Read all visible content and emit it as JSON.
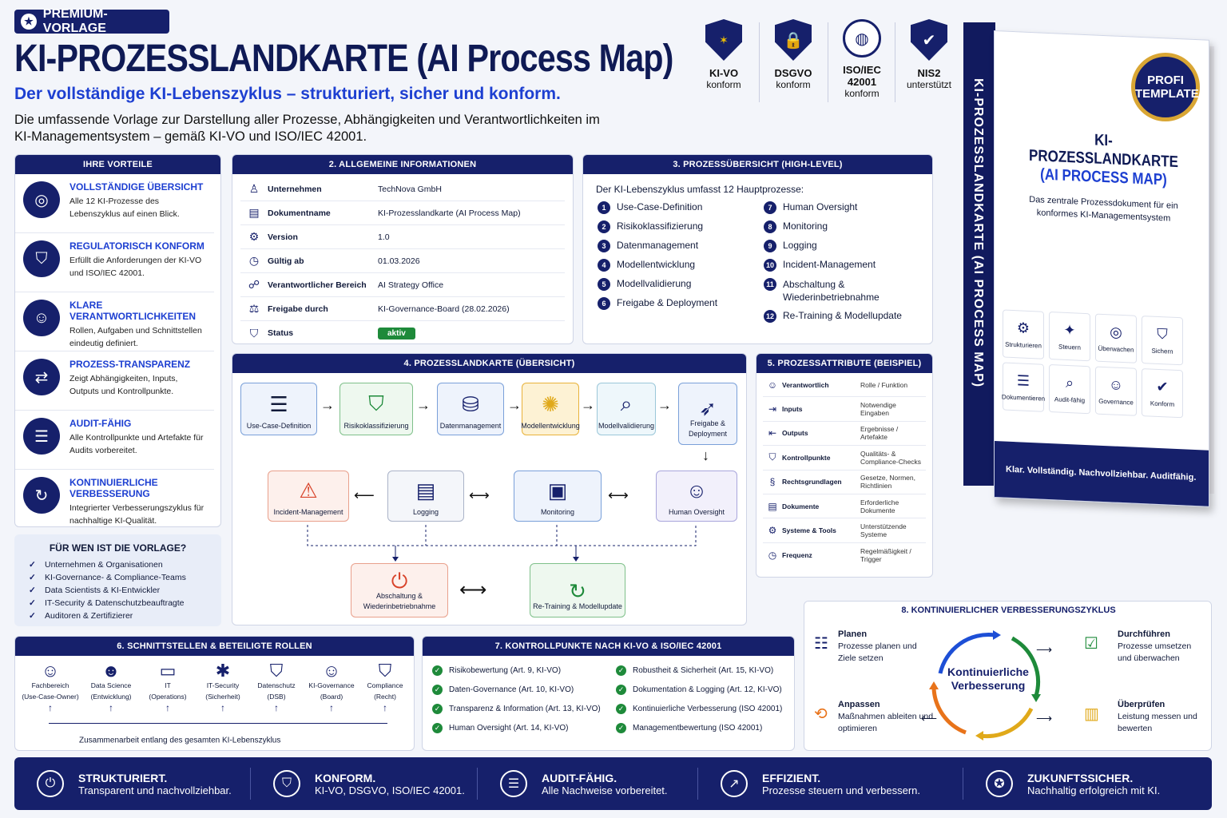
{
  "header": {
    "premium_badge": "PREMIUM-VORLAGE",
    "title": "KI-PROZESSLANDKARTE (AI Process Map)",
    "subtitle": "Der vollständige KI-Lebenszyklus – strukturiert, sicher und konform.",
    "description": "Die umfassende Vorlage zur Darstellung aller Prozesse, Abhängigkeiten und Verantwortlichkeiten im KI-Managementsystem – gemäß KI-VO und ISO/IEC 42001."
  },
  "certs": [
    {
      "name": "KI-VO",
      "sub": "konform",
      "icon": "eu-stars-icon"
    },
    {
      "name": "DSGVO",
      "sub": "konform",
      "icon": "lock-icon"
    },
    {
      "name": "ISO/IEC 42001",
      "sub": "konform",
      "icon": "globe-icon"
    },
    {
      "name": "NIS2",
      "sub": "unterstützt",
      "icon": "checkmark-shield-icon"
    }
  ],
  "advantages": {
    "heading": "IHRE VORTEILE",
    "items": [
      {
        "title": "VOLLSTÄNDIGE ÜBERSICHT",
        "text": "Alle 12 KI-Prozesse des Lebenszyklus auf einen Blick.",
        "icon": "target-icon"
      },
      {
        "title": "REGULATORISCH KONFORM",
        "text": "Erfüllt die Anforderungen der KI-VO und ISO/IEC 42001.",
        "icon": "shield-icon"
      },
      {
        "title": "KLARE VERANTWORTLICHKEITEN",
        "text": "Rollen, Aufgaben und Schnittstellen eindeutig definiert.",
        "icon": "people-icon"
      },
      {
        "title": "PROZESS-TRANSPARENZ",
        "text": "Zeigt Abhängigkeiten, Inputs, Outputs und Kontrollpunkte.",
        "icon": "flow-icon"
      },
      {
        "title": "AUDIT-FÄHIG",
        "text": "Alle Kontrollpunkte und Artefakte für Audits vorbereitet.",
        "icon": "clipboard-icon"
      },
      {
        "title": "KONTINUIERLICHE VERBESSERUNG",
        "text": "Integrierter Verbesserungszyklus für nachhaltige KI-Qualität.",
        "icon": "refresh-icon"
      }
    ]
  },
  "for_whom": {
    "heading": "FÜR WEN IST DIE VORLAGE?",
    "items": [
      "Unternehmen & Organisationen",
      "KI-Governance- & Compliance-Teams",
      "Data Scientists & KI-Entwickler",
      "IT-Security & Datenschutzbeauftragte",
      "Auditoren & Zertifizierer"
    ]
  },
  "general_info": {
    "heading": "2. ALLGEMEINE INFORMATIONEN",
    "rows": [
      {
        "key": "Unternehmen",
        "value": "TechNova GmbH"
      },
      {
        "key": "Dokumentname",
        "value": "KI-Prozesslandkarte (AI Process Map)"
      },
      {
        "key": "Version",
        "value": "1.0"
      },
      {
        "key": "Gültig ab",
        "value": "01.03.2026"
      },
      {
        "key": "Verantwortlicher Bereich",
        "value": "AI Strategy Office"
      },
      {
        "key": "Freigabe durch",
        "value": "KI-Governance-Board (28.02.2026)"
      },
      {
        "key": "Status",
        "value": "aktiv"
      }
    ]
  },
  "overview": {
    "heading": "3. PROZESSÜBERSICHT (HIGH-LEVEL)",
    "intro": "Der KI-Lebenszyklus umfasst 12 Hauptprozesse:",
    "left": [
      {
        "n": "1",
        "label": "Use-Case-Definition"
      },
      {
        "n": "2",
        "label": "Risikoklassifizierung"
      },
      {
        "n": "3",
        "label": "Datenmanagement"
      },
      {
        "n": "4",
        "label": "Modellentwicklung"
      },
      {
        "n": "5",
        "label": "Modellvalidierung"
      },
      {
        "n": "6",
        "label": "Freigabe & Deployment"
      }
    ],
    "right": [
      {
        "n": "7",
        "label": "Human Oversight"
      },
      {
        "n": "8",
        "label": "Monitoring"
      },
      {
        "n": "9",
        "label": "Logging"
      },
      {
        "n": "10",
        "label": "Incident-Management"
      },
      {
        "n": "11",
        "label": "Abschaltung & Wiederinbetriebnahme"
      },
      {
        "n": "12",
        "label": "Re-Training & Modellupdate"
      }
    ]
  },
  "map": {
    "heading": "4. PROZESSLANDKARTE (ÜBERSICHT)",
    "nodes": {
      "usecase": "Use-Case-Definition",
      "risk": "Risikoklassifizierung",
      "data": "Datenmanagement",
      "model": "Modellentwicklung",
      "valid": "Modellvalidierung",
      "deploy": "Freigabe & Deployment",
      "incident": "Incident-Management",
      "logging": "Logging",
      "monitoring": "Monitoring",
      "oversight": "Human Oversight",
      "shutdown": "Abschaltung & Wiederinbetriebnahme",
      "retrain": "Re-Training & Modellupdate"
    }
  },
  "attributes": {
    "heading": "5. PROZESSATTRIBUTE (BEISPIEL)",
    "rows": [
      {
        "key": "Verantwortlich",
        "value": "Rolle / Funktion"
      },
      {
        "key": "Inputs",
        "value": "Notwendige Eingaben"
      },
      {
        "key": "Outputs",
        "value": "Ergebnisse / Artefakte"
      },
      {
        "key": "Kontrollpunkte",
        "value": "Qualitäts- & Compliance-Checks"
      },
      {
        "key": "Rechtsgrundlagen",
        "value": "Gesetze, Normen, Richtlinien"
      },
      {
        "key": "Dokumente",
        "value": "Erforderliche Dokumente"
      },
      {
        "key": "Systeme & Tools",
        "value": "Unterstützende Systeme"
      },
      {
        "key": "Frequenz",
        "value": "Regelmäßigkeit / Trigger"
      }
    ]
  },
  "roles": {
    "heading": "6. SCHNITTSTELLEN & BETEILIGTE ROLLEN",
    "items": [
      {
        "name": "Fachbereich",
        "sub": "(Use-Case-Owner)"
      },
      {
        "name": "Data Science",
        "sub": "(Entwicklung)"
      },
      {
        "name": "IT",
        "sub": "(Operations)"
      },
      {
        "name": "IT-Security",
        "sub": "(Sicherheit)"
      },
      {
        "name": "Datenschutz",
        "sub": "(DSB)"
      },
      {
        "name": "KI-Governance",
        "sub": "(Board)"
      },
      {
        "name": "Compliance",
        "sub": "(Recht)"
      }
    ],
    "footer": "Zusammenarbeit entlang des gesamten KI-Lebenszyklus"
  },
  "controls": {
    "heading": "7. KONTROLLPUNKTE NACH KI-VO & ISO/IEC 42001",
    "left": [
      "Risikobewertung (Art. 9, KI-VO)",
      "Daten-Governance (Art. 10, KI-VO)",
      "Transparenz & Information (Art. 13, KI-VO)",
      "Human Oversight (Art. 14, KI-VO)"
    ],
    "right": [
      "Robustheit & Sicherheit (Art. 15, KI-VO)",
      "Dokumentation & Logging (Art. 12, KI-VO)",
      "Kontinuierliche Verbesserung (ISO 42001)",
      "Managementbewertung (ISO 42001)"
    ]
  },
  "cycle": {
    "heading": "8. KONTINUIERLICHER VERBESSERUNGSZYKLUS",
    "center": "Kontinuierliche Verbesserung",
    "plan": {
      "title": "Planen",
      "text": "Prozesse planen und Ziele setzen"
    },
    "do": {
      "title": "Durchführen",
      "text": "Prozesse umsetzen und überwachen"
    },
    "check": {
      "title": "Überprüfen",
      "text": "Leistung messen und bewerten"
    },
    "act": {
      "title": "Anpassen",
      "text": "Maßnahmen ableiten und optimieren"
    },
    "colors": {
      "blue": "#1d4fd6",
      "green": "#1e8a3a",
      "orange": "#e8731a",
      "gold": "#e0a91a"
    }
  },
  "book": {
    "spine": "KI-PROZESSLANDKARTE (AI PROCESS MAP)",
    "seal_line1": "PROFI",
    "seal_line2": "TEMPLATE",
    "title1": "KI-PROZESSLANDKARTE",
    "title2": "(AI PROCESS MAP)",
    "tagline": "Das zentrale Prozessdokument für ein konformes KI-Managementsystem",
    "grid": [
      "Strukturieren",
      "Steuern",
      "Überwachen",
      "Sichern",
      "Dokumentieren",
      "Audit-fähig",
      "Governance",
      "Konform"
    ],
    "footer": "Klar. Vollständig. Nachvollziehbar. Auditfähig."
  },
  "footer": [
    {
      "title": "STRUKTURIERT.",
      "text": "Transparent und nachvollziehbar."
    },
    {
      "title": "KONFORM.",
      "text": "KI-VO, DSGVO, ISO/IEC 42001."
    },
    {
      "title": "AUDIT-FÄHIG.",
      "text": "Alle Nachweise vorbereitet."
    },
    {
      "title": "EFFIZIENT.",
      "text": "Prozesse steuern und verbessern."
    },
    {
      "title": "ZUKUNFTSSICHER.",
      "text": "Nachhaltig erfolgreich mit KI."
    }
  ],
  "colors": {
    "navy": "#16206b",
    "accent_blue": "#1d3fd1",
    "status_green": "#1e8a3a"
  }
}
